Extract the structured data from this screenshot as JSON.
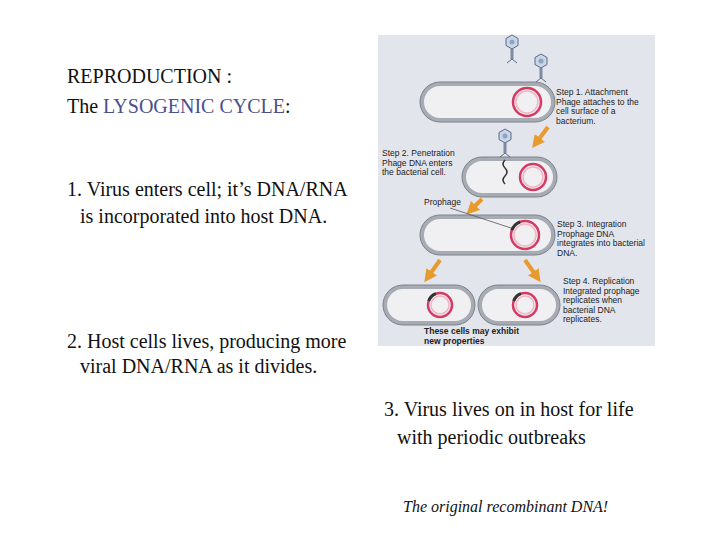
{
  "diagram": {
    "title": "REPRODUCTION :",
    "nodes": [
      {
        "text": [
          "Step 1. Attachment Phage attaches to the cell surface of a bacterium.",
          "Step 2. Penetration Phage DNA enters the bacterial cell.",
          "Prophage",
          "Step 3. Integration Prophage DNA integrates into bacterial DNA.",
          "Step 4. Replication Integrated prophage replicates when bacterial DNA replicates.",
          "These cells may exhibit new properties"
        ]
      }
    ],
    "labels": [
      "The",
      "LYSOGENIC CYCLE",
      ":",
      "1. Virus enters cell; it’s DNA/RNA is incorporated into host DNA.",
      "2. Host cells lives, producing more viral DNA/RNA as it divides.",
      "3. Virus lives on in host for life with periodic outbreaks",
      "The original recombinant DNA!"
    ]
  }
}
